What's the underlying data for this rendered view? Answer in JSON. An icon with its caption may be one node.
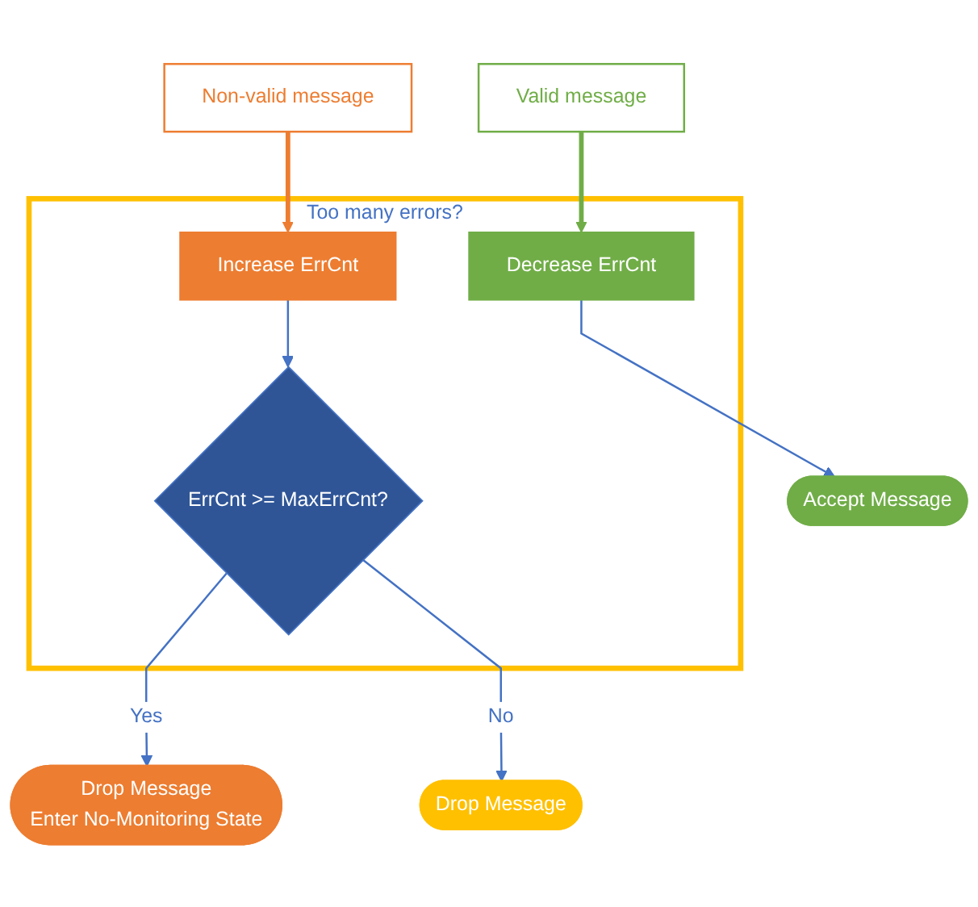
{
  "diagram": {
    "nodes": [
      {
        "text": [
          "Non-valid message"
        ]
      },
      {
        "text": [
          "Valid message"
        ]
      },
      {
        "text": [
          "Too many errors?"
        ]
      },
      {
        "text": [
          "Increase ErrCnt"
        ],
        "in": 2
      },
      {
        "text": [
          "Decrease ErrCnt"
        ],
        "in": 2
      },
      {
        "text": [
          "ErrCnt >= MaxErrCnt?"
        ],
        "in": 2
      },
      {
        "text": [
          "Drop Message",
          "Enter No-Monitoring State"
        ]
      },
      {
        "text": [
          "Drop Message"
        ]
      },
      {
        "text": [
          "Accept Message"
        ]
      }
    ],
    "edges": [
      {
        "from": 0,
        "to": 3,
        "arrow": "to",
        "style": "thick",
        "color": "#ed7d31"
      },
      {
        "from": 1,
        "to": 4,
        "arrow": "to",
        "style": "thick",
        "color": "#70ad47"
      },
      {
        "from": 3,
        "to": 5,
        "arrow": "to"
      },
      {
        "from": 5,
        "to": 6,
        "arrow": "to",
        "label": "Yes"
      },
      {
        "from": 5,
        "to": 7,
        "arrow": "to",
        "label": "No"
      },
      {
        "from": 4,
        "to": 8,
        "arrow": "to"
      }
    ]
  }
}
